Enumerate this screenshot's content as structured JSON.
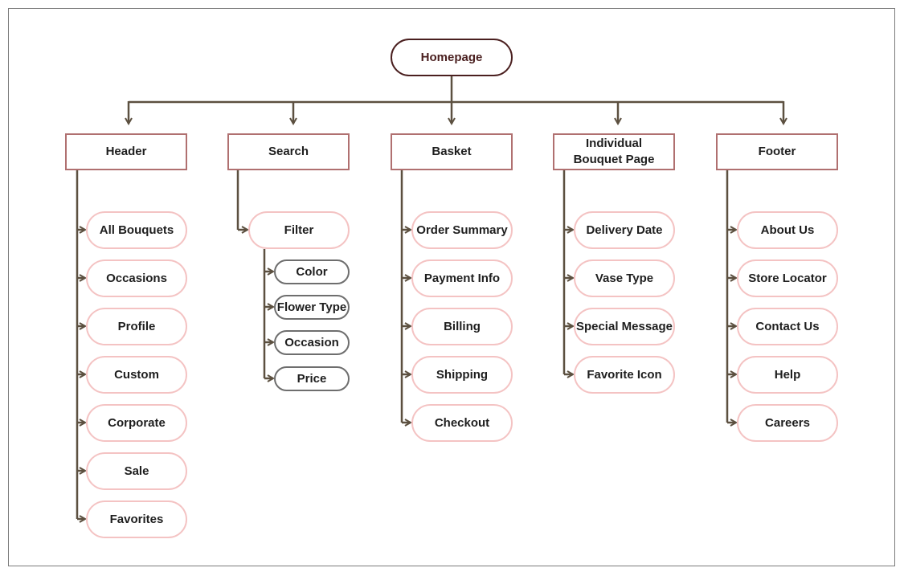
{
  "root": "Homepage",
  "sections": [
    {
      "title": "Header",
      "items": [
        "All Bouquets",
        "Occasions",
        "Profile",
        "Custom",
        "Corporate",
        "Sale",
        "Favorites"
      ]
    },
    {
      "title": "Search",
      "items": [
        "Filter"
      ],
      "subitems": [
        "Color",
        "Flower Type",
        "Occasion",
        "Price"
      ]
    },
    {
      "title": "Basket",
      "items": [
        "Order Summary",
        "Payment Info",
        "Billing",
        "Shipping",
        "Checkout"
      ]
    },
    {
      "title": "Individual\nBouquet Page",
      "items": [
        "Delivery Date",
        "Vase Type",
        "Special Message",
        "Favorite Icon"
      ]
    },
    {
      "title": "Footer",
      "items": [
        "About Us",
        "Store Locator",
        "Contact Us",
        "Help",
        "Careers"
      ]
    }
  ],
  "colors": {
    "connector": "#5c5040",
    "root_border": "#4a1f1f",
    "section_border": "#b07070",
    "leaf_border": "#f4c3c3",
    "subleaf_border": "#6e6e6e"
  }
}
